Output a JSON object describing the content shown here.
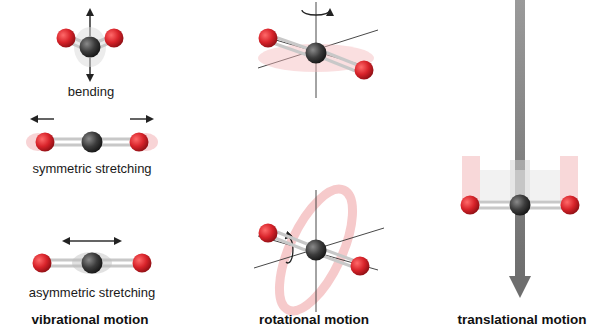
{
  "diagram": {
    "labels": [
      "bending",
      "symmetric stretching",
      "asymmetric stretching",
      "vibrational motion",
      "rotational motion",
      "translational motion"
    ]
  }
}
